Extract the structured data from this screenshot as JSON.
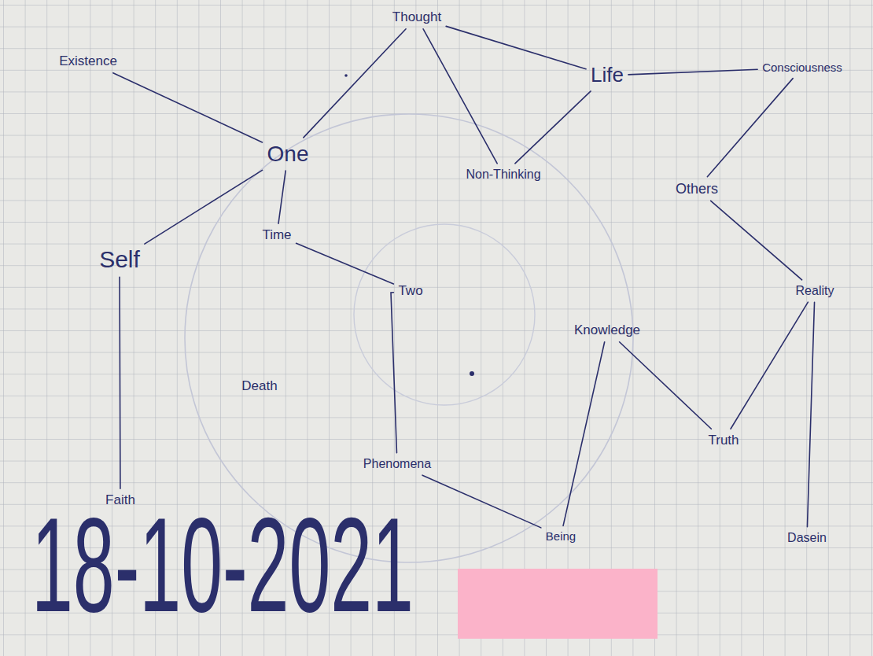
{
  "diagram": {
    "nodes": [
      {
        "text": [
          "Existence"
        ]
      },
      {
        "text": [
          "Thought"
        ]
      },
      {
        "text": [
          "Life"
        ]
      },
      {
        "text": [
          "Consciousness"
        ]
      },
      {
        "text": [
          "One"
        ]
      },
      {
        "text": [
          "Non-Thinking"
        ]
      },
      {
        "text": [
          "Others"
        ]
      },
      {
        "text": [
          "Time"
        ]
      },
      {
        "text": [
          "Self"
        ]
      },
      {
        "text": [
          "Two"
        ]
      },
      {
        "text": [
          "Reality"
        ]
      },
      {
        "text": [
          "Knowledge"
        ]
      },
      {
        "text": [
          "Truth"
        ]
      },
      {
        "text": [
          "Phenomena"
        ]
      },
      {
        "text": [
          "Faith"
        ]
      },
      {
        "text": [
          "Being"
        ]
      },
      {
        "text": [
          "Dasein"
        ]
      }
    ],
    "edges": [
      {
        "from": 0,
        "to": 4,
        "arrow": "none"
      },
      {
        "from": 4,
        "to": 1,
        "arrow": "none"
      },
      {
        "from": 1,
        "to": 2,
        "arrow": "none"
      },
      {
        "from": 1,
        "to": 5,
        "arrow": "none"
      },
      {
        "from": 5,
        "to": 2,
        "arrow": "none"
      },
      {
        "from": 2,
        "to": 3,
        "arrow": "none"
      },
      {
        "from": 3,
        "to": 6,
        "arrow": "none"
      },
      {
        "from": 4,
        "to": 8,
        "arrow": "none"
      },
      {
        "from": 4,
        "to": 7,
        "arrow": "none"
      },
      {
        "from": 7,
        "to": 9,
        "arrow": "none"
      },
      {
        "from": 9,
        "to": 13,
        "arrow": "none"
      },
      {
        "from": 13,
        "to": 15,
        "arrow": "none"
      },
      {
        "from": 8,
        "to": 14,
        "arrow": "none"
      },
      {
        "from": 6,
        "to": 10,
        "arrow": "none"
      },
      {
        "from": 10,
        "to": 12,
        "arrow": "none"
      },
      {
        "from": 10,
        "to": 16,
        "arrow": "none"
      },
      {
        "from": 12,
        "to": 11,
        "arrow": "none"
      },
      {
        "from": 11,
        "to": 15,
        "arrow": "none"
      }
    ],
    "labels": [
      "Death",
      "18-10-2021"
    ]
  }
}
